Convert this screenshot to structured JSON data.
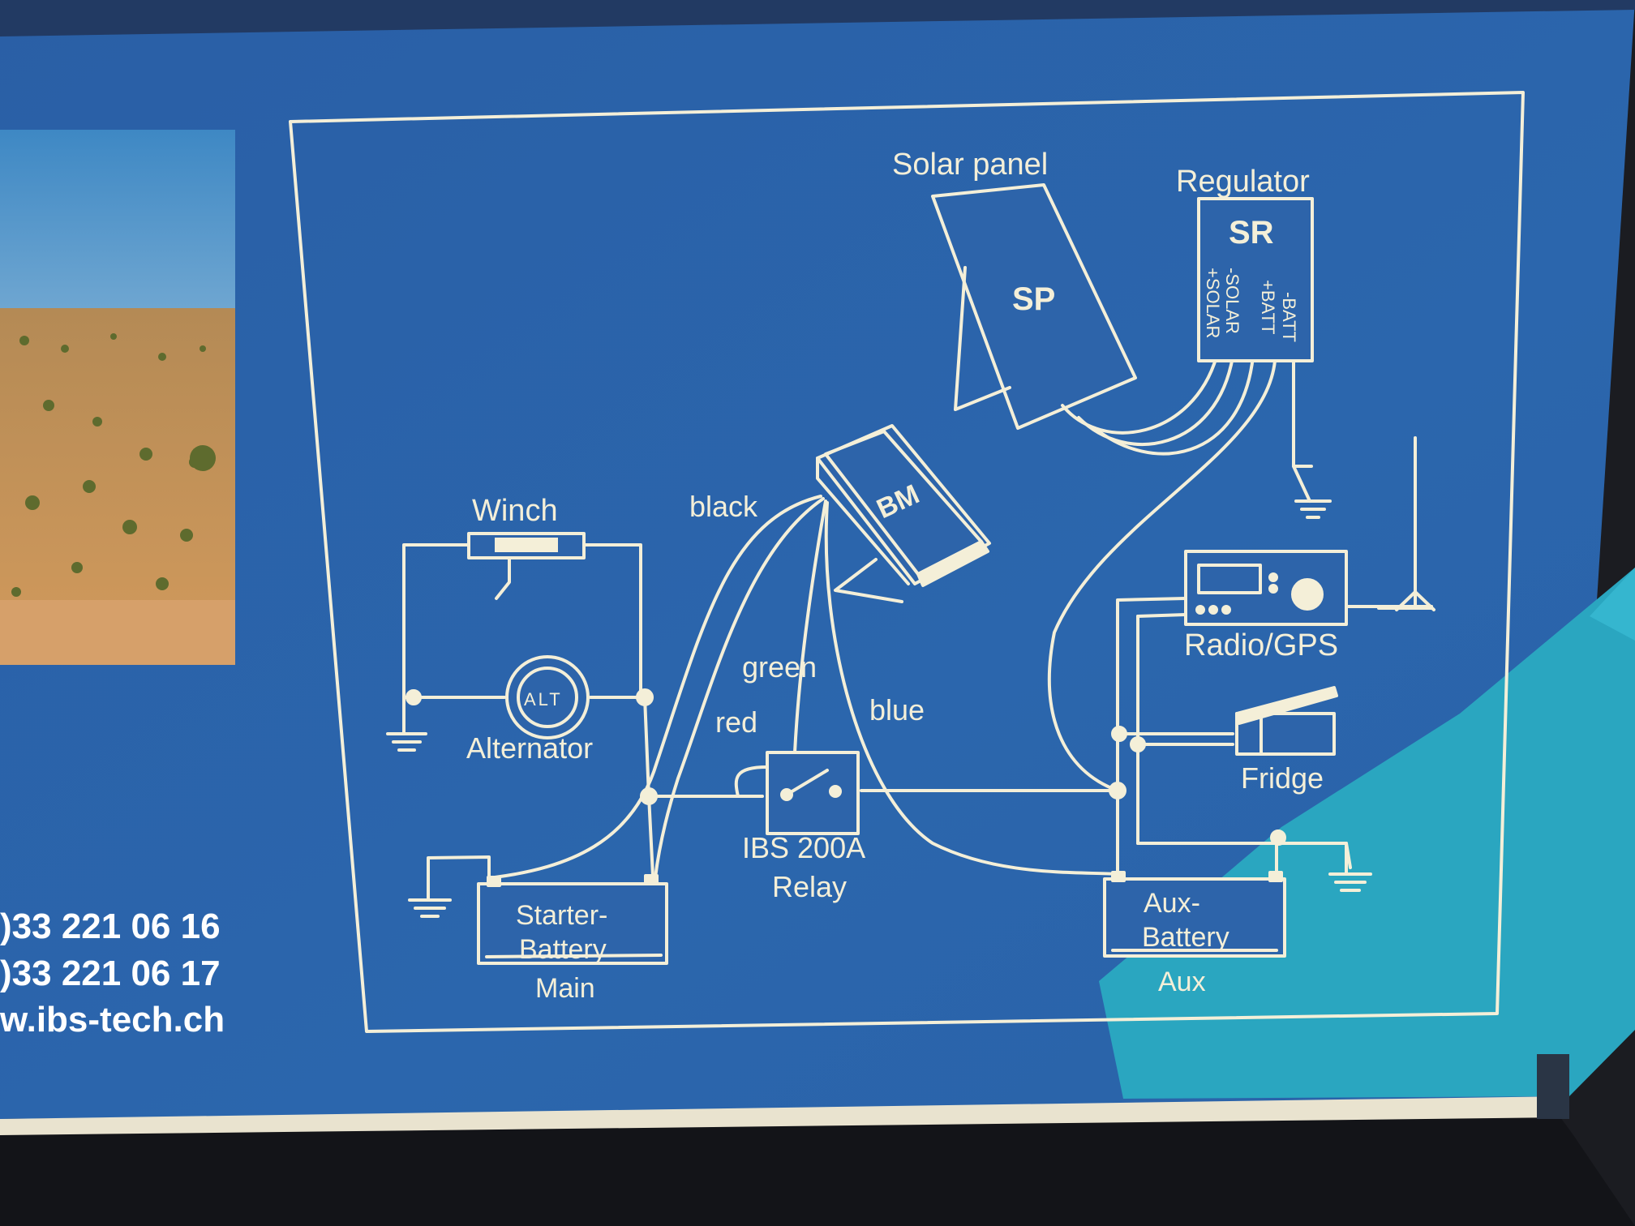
{
  "diagram": {
    "solar_panel": {
      "label": "Solar panel",
      "code": "SP"
    },
    "regulator": {
      "label": "Regulator",
      "code": "SR",
      "terminals": [
        "+SOLAR",
        "-SOLAR",
        "+BATT",
        "-BATT"
      ]
    },
    "battery_monitor": {
      "code": "BM"
    },
    "winch": {
      "label": "Winch"
    },
    "alternator": {
      "label": "Alternator",
      "badge": "ALT"
    },
    "wires": {
      "black": "black",
      "green": "green",
      "red": "red",
      "blue": "blue"
    },
    "relay": {
      "line1": "IBS 200A",
      "line2": "Relay"
    },
    "radio": {
      "label": "Radio/GPS"
    },
    "fridge": {
      "label": "Fridge"
    },
    "starter_battery": {
      "line1": "Starter-",
      "line2": "Battery",
      "caption": "Main"
    },
    "aux_battery": {
      "line1": "Aux-",
      "line2": "Battery",
      "caption": "Aux"
    }
  },
  "contact": {
    "phone": ")33 221 06 16",
    "fax": ")33 221 06 17",
    "web": "w.ibs-tech.ch"
  },
  "colors": {
    "box_blue": "#2b63a8",
    "line_cream": "#f4efd8",
    "accent_teal": "#2aa6c0"
  }
}
